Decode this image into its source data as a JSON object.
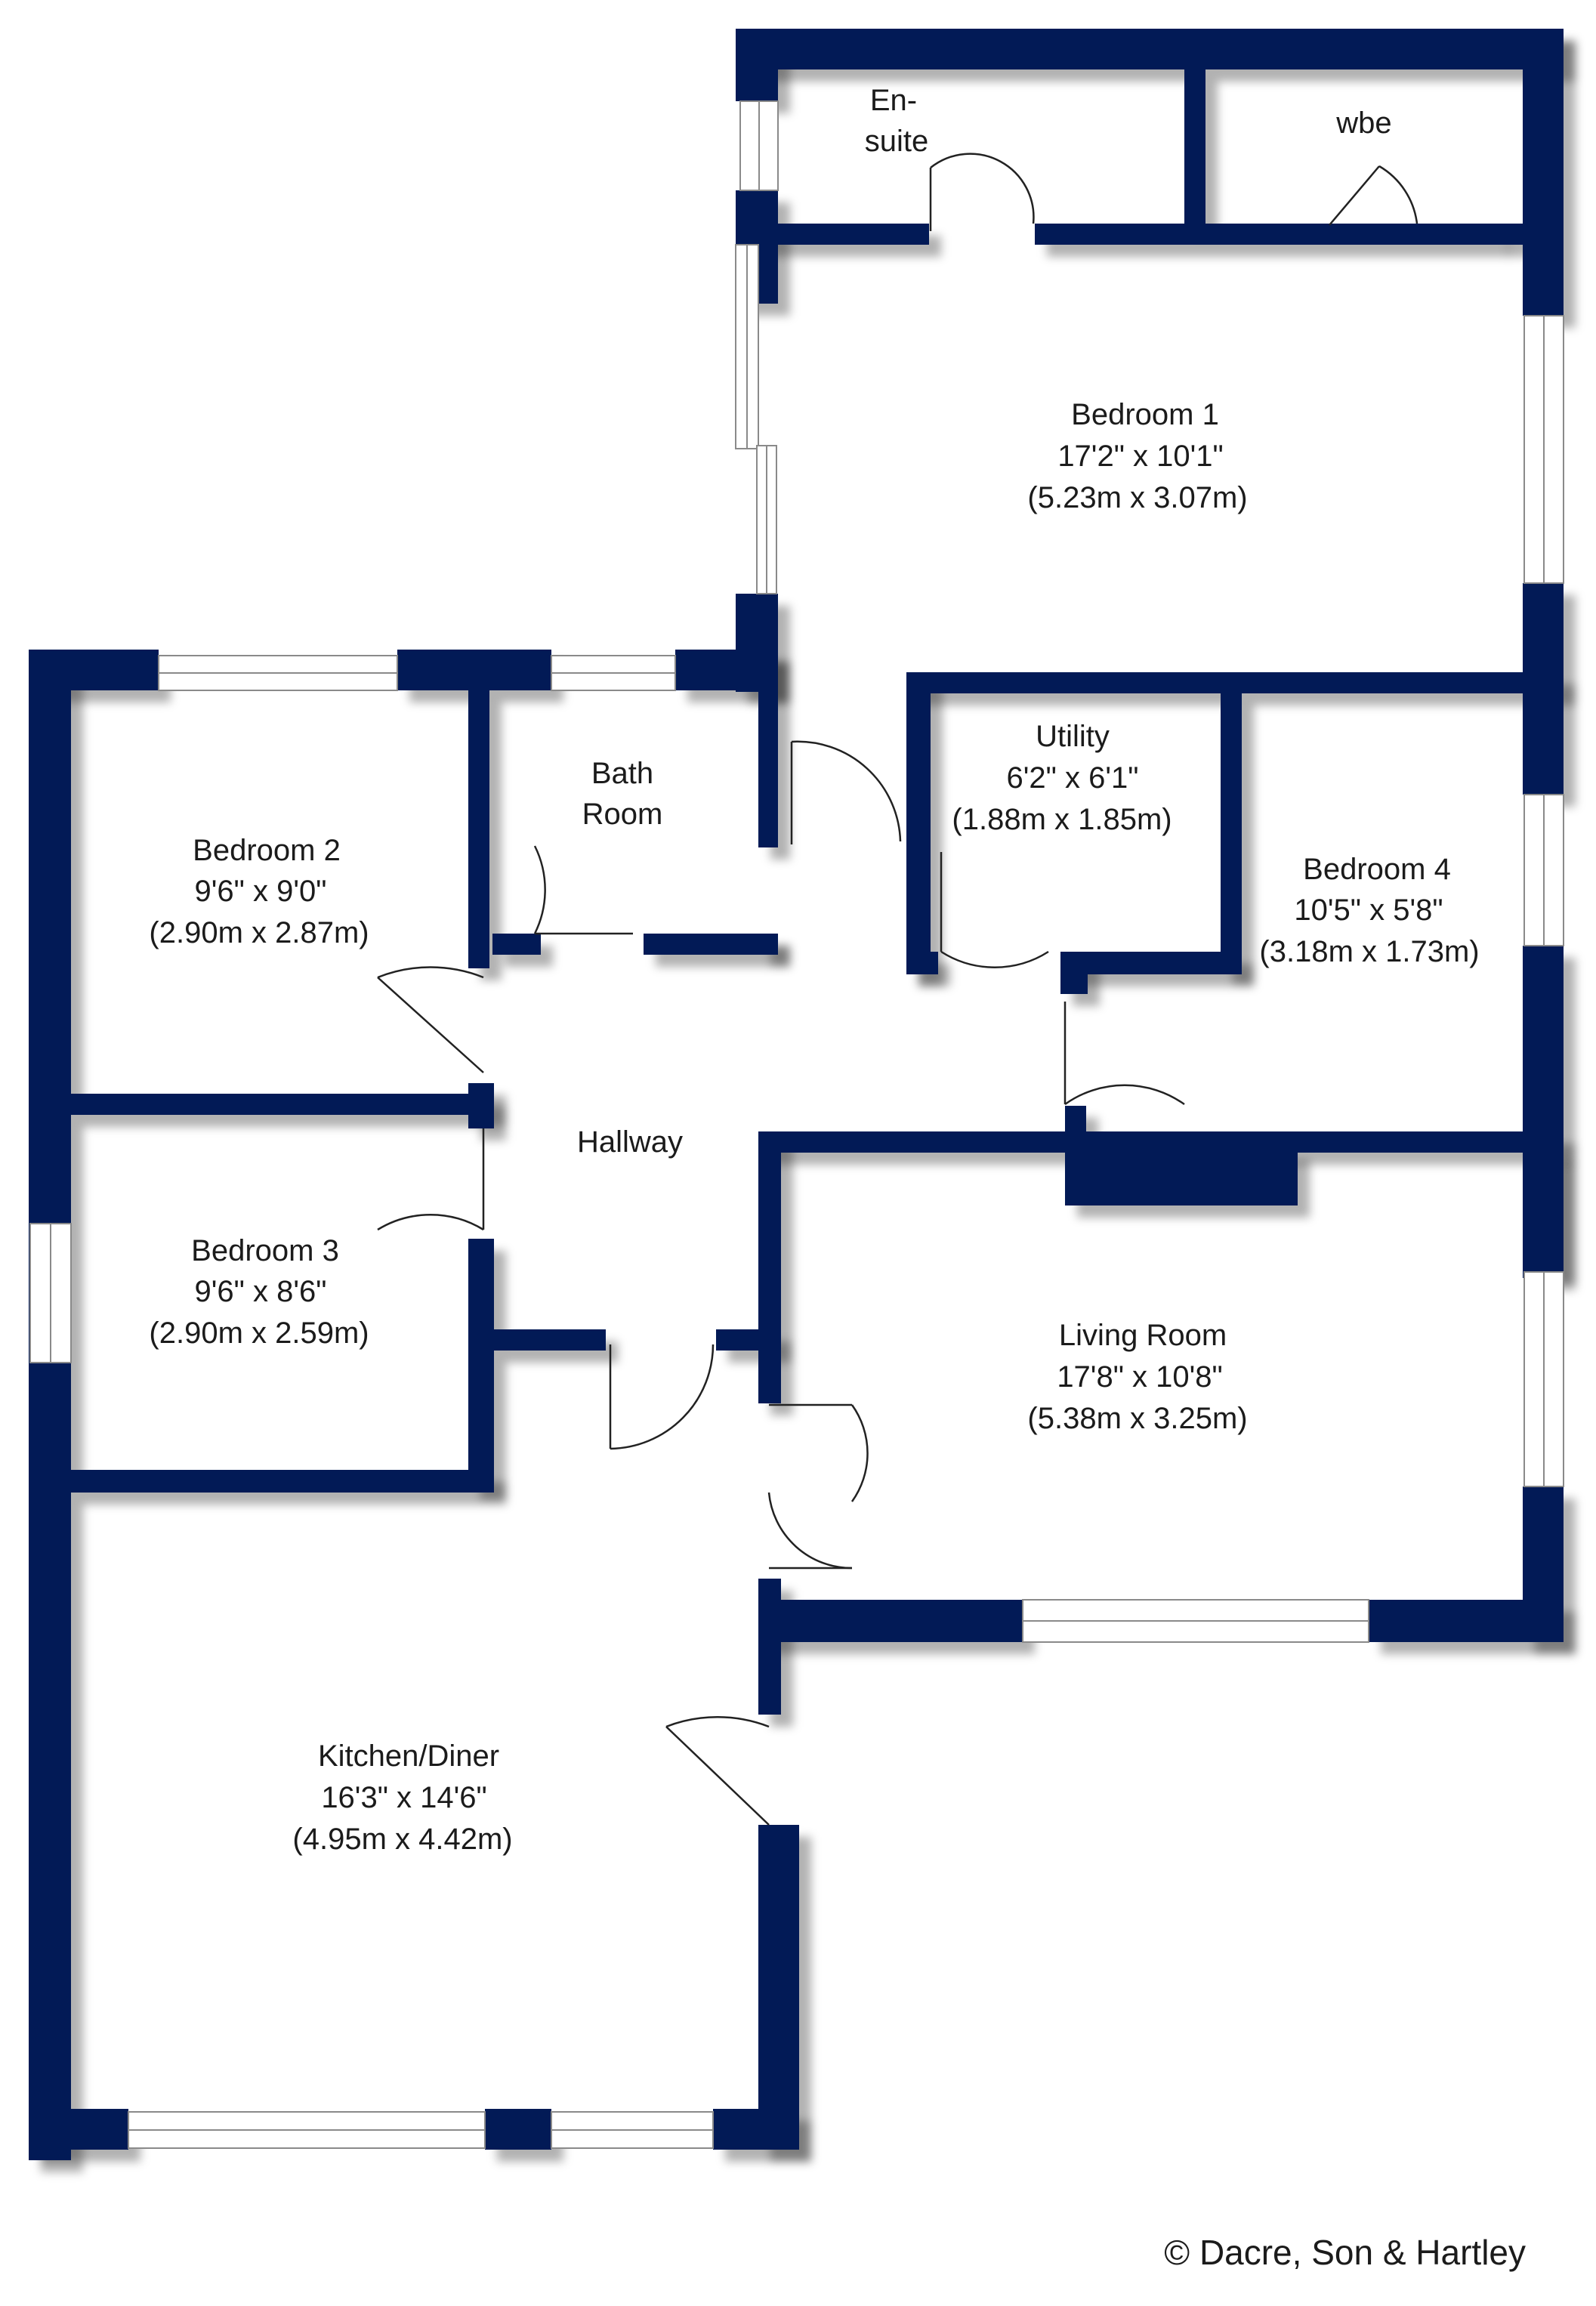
{
  "colors": {
    "wall": "#021a56",
    "background": "#ffffff",
    "text": "#1b1b1b"
  },
  "rooms": {
    "ensuite": {
      "line1": "En-",
      "line2": "suite"
    },
    "wbe": {
      "name": "wbe"
    },
    "bedroom1": {
      "name": "Bedroom 1",
      "imperial": "17'2\" x 10'1\"",
      "metric": "(5.23m x 3.07m)"
    },
    "bathroom": {
      "line1": "Bath",
      "line2": "Room"
    },
    "utility": {
      "name": "Utility",
      "imperial": "6'2\" x 6'1\"",
      "metric": "(1.88m x 1.85m)"
    },
    "bedroom2": {
      "name": "Bedroom 2",
      "imperial": "9'6\" x 9'0\"",
      "metric": "(2.90m x 2.87m)"
    },
    "bedroom4": {
      "name": "Bedroom 4",
      "imperial": "10'5\" x 5'8\"",
      "metric": "(3.18m x 1.73m)"
    },
    "hallway": {
      "name": "Hallway"
    },
    "bedroom3": {
      "name": "Bedroom 3",
      "imperial": "9'6\" x 8'6\"",
      "metric": "(2.90m x 2.59m)"
    },
    "living": {
      "name": "Living Room",
      "imperial": "17'8\" x 10'8\"",
      "metric": "(5.38m x 3.25m)"
    },
    "kitchen": {
      "name": "Kitchen/Diner",
      "imperial": "16'3\" x 14'6\"",
      "metric": "(4.95m x 4.42m)"
    }
  },
  "copyright": "© Dacre, Son & Hartley"
}
